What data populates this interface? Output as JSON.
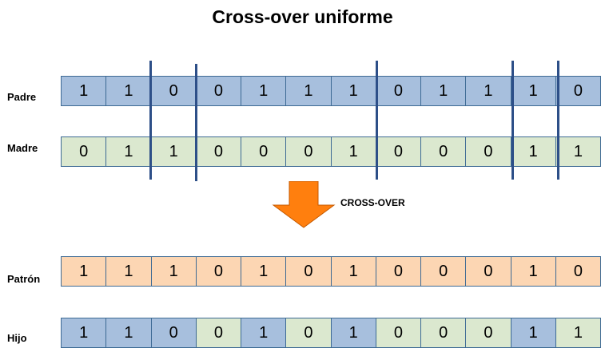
{
  "title": "Cross-over uniforme",
  "arrow_label": "CROSS-OVER",
  "colors": {
    "gene_from_padre": "#a7bfdd",
    "gene_from_madre": "#dbe8cf",
    "pattern": "#fcd6b3",
    "arrow": "#ff7f0e",
    "border": "#3d6a94"
  },
  "rows": [
    {
      "label": "Padre",
      "bits": [
        "1",
        "1",
        "0",
        "0",
        "1",
        "1",
        "1",
        "0",
        "1",
        "1",
        "1",
        "0"
      ],
      "source": [
        "P",
        "P",
        "P",
        "P",
        "P",
        "P",
        "P",
        "P",
        "P",
        "P",
        "P",
        "P"
      ]
    },
    {
      "label": "Madre",
      "bits": [
        "0",
        "1",
        "1",
        "0",
        "0",
        "0",
        "1",
        "0",
        "0",
        "0",
        "1",
        "1"
      ],
      "source": [
        "M",
        "M",
        "M",
        "M",
        "M",
        "M",
        "M",
        "M",
        "M",
        "M",
        "M",
        "M"
      ]
    },
    {
      "label": "Patrón",
      "bits": [
        "1",
        "1",
        "1",
        "0",
        "1",
        "0",
        "1",
        "0",
        "0",
        "0",
        "1",
        "0"
      ],
      "source": [
        "X",
        "X",
        "X",
        "X",
        "X",
        "X",
        "X",
        "X",
        "X",
        "X",
        "X",
        "X"
      ]
    },
    {
      "label": "Hijo",
      "bits": [
        "1",
        "1",
        "0",
        "0",
        "1",
        "0",
        "1",
        "0",
        "0",
        "0",
        "1",
        "1"
      ],
      "source": [
        "P",
        "P",
        "P",
        "M",
        "P",
        "M",
        "P",
        "M",
        "M",
        "M",
        "P",
        "M"
      ]
    }
  ]
}
